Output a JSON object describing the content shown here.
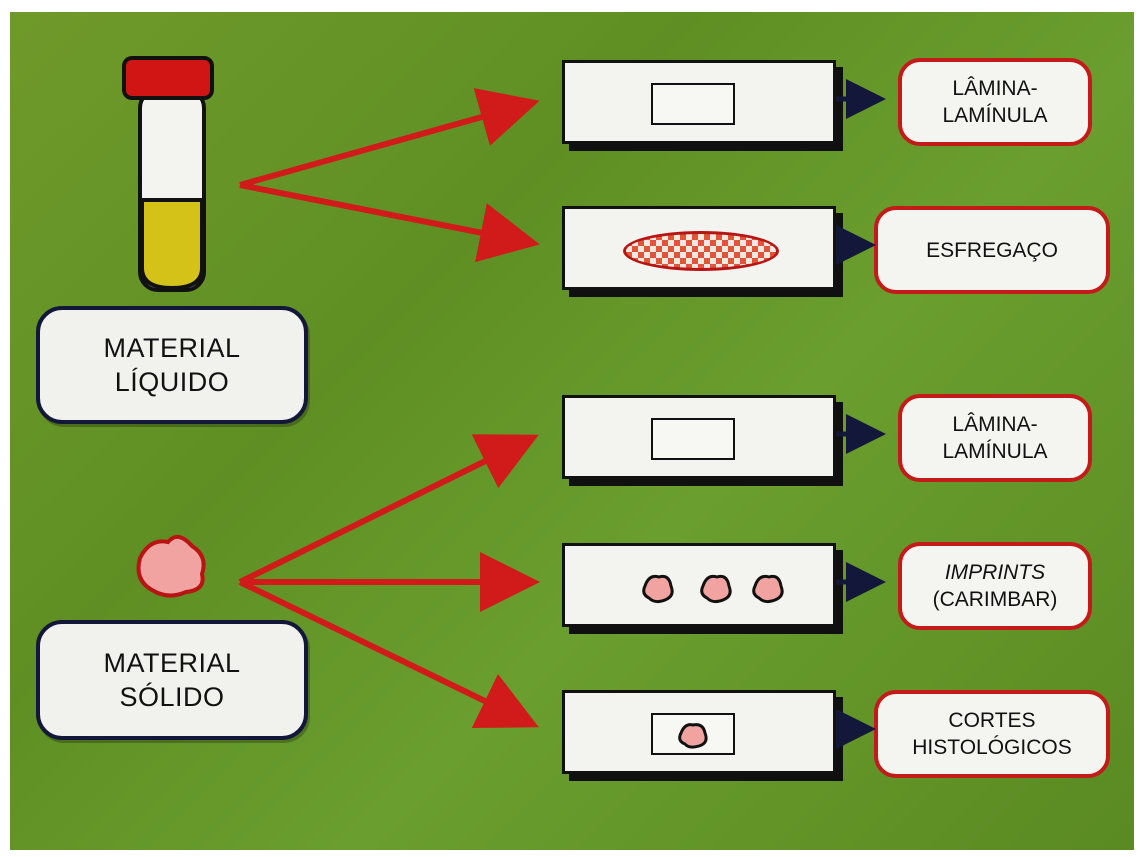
{
  "sources": {
    "liquid": {
      "line1": "MATERIAL",
      "line2": "LÍQUIDO"
    },
    "solid": {
      "line1": "MATERIAL",
      "line2": "SÓLIDO"
    }
  },
  "results": [
    {
      "line1": "LÂMINA-",
      "line2": "LAMÍNULA"
    },
    {
      "line1": "ESFREGAÇO"
    },
    {
      "line1": "LÂMINA-",
      "line2": "LAMÍNULA"
    },
    {
      "line1": "IMPRINTS",
      "line2": "(CARIMBAR)"
    },
    {
      "line1": "CORTES",
      "line2": "HISTOLÓGICOS"
    }
  ],
  "colors": {
    "background": "#6a9a2a",
    "arrow_red": "#d11a1a",
    "box_border_dark": "#13183a",
    "box_border_red": "#c51a1a",
    "tube_cap": "#d11515",
    "tube_liquid": "#d4c218",
    "tissue": "#f0a3a0"
  },
  "icons": {
    "tube": "test-tube-icon",
    "tissue": "tissue-fragment-icon",
    "arrow": "arrow-right-icon"
  }
}
